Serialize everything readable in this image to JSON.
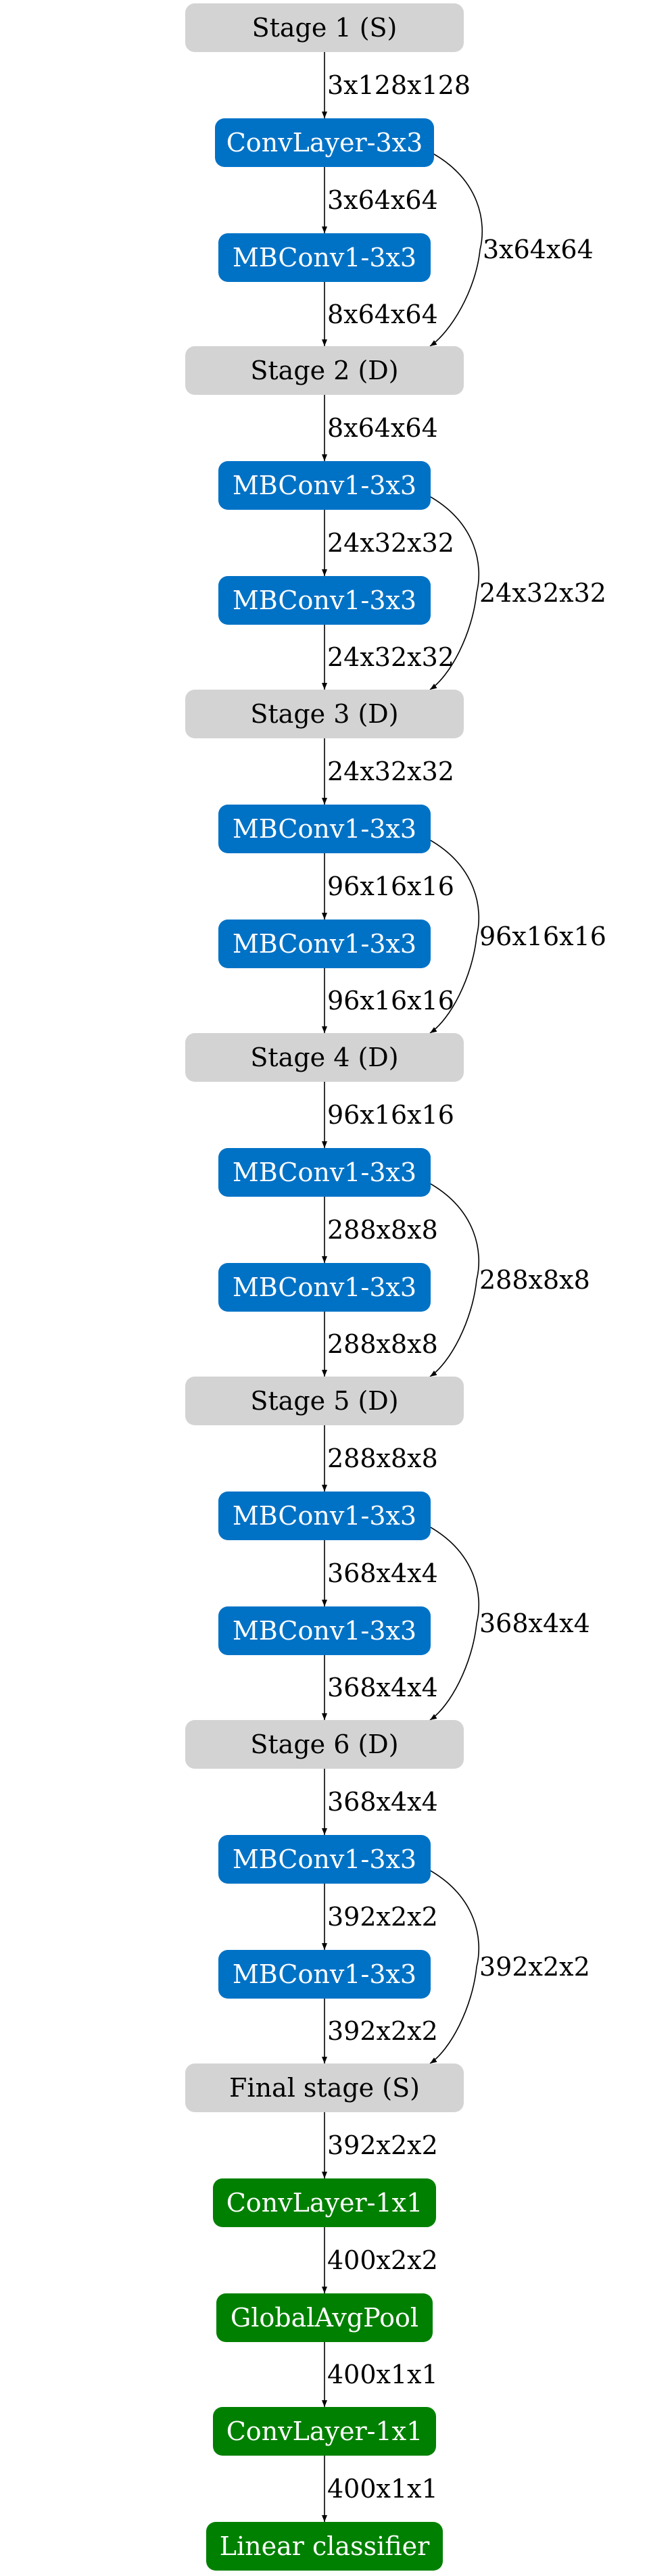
{
  "colors": {
    "stage_fill": "#d3d3d3",
    "conv_fill": "#0072c6",
    "head_fill": "#008000",
    "edge": "#000000"
  },
  "nodes": [
    {
      "id": "n0",
      "label": "Stage 1 (S)",
      "kind": "stage"
    },
    {
      "id": "n1",
      "label": "ConvLayer-3x3",
      "kind": "blue"
    },
    {
      "id": "n2",
      "label": "MBConv1-3x3",
      "kind": "blue"
    },
    {
      "id": "n3",
      "label": "Stage 2 (D)",
      "kind": "stage"
    },
    {
      "id": "n4",
      "label": "MBConv1-3x3",
      "kind": "blue"
    },
    {
      "id": "n5",
      "label": "MBConv1-3x3",
      "kind": "blue"
    },
    {
      "id": "n6",
      "label": "Stage 3 (D)",
      "kind": "stage"
    },
    {
      "id": "n7",
      "label": "MBConv1-3x3",
      "kind": "blue"
    },
    {
      "id": "n8",
      "label": "MBConv1-3x3",
      "kind": "blue"
    },
    {
      "id": "n9",
      "label": "Stage 4 (D)",
      "kind": "stage"
    },
    {
      "id": "n10",
      "label": "MBConv1-3x3",
      "kind": "blue"
    },
    {
      "id": "n11",
      "label": "MBConv1-3x3",
      "kind": "blue"
    },
    {
      "id": "n12",
      "label": "Stage 5 (D)",
      "kind": "stage"
    },
    {
      "id": "n13",
      "label": "MBConv1-3x3",
      "kind": "blue"
    },
    {
      "id": "n14",
      "label": "MBConv1-3x3",
      "kind": "blue"
    },
    {
      "id": "n15",
      "label": "Stage 6 (D)",
      "kind": "stage"
    },
    {
      "id": "n16",
      "label": "MBConv1-3x3",
      "kind": "blue"
    },
    {
      "id": "n17",
      "label": "MBConv1-3x3",
      "kind": "blue"
    },
    {
      "id": "n18",
      "label": "Final stage (S)",
      "kind": "stage"
    },
    {
      "id": "n19",
      "label": "ConvLayer-1x1",
      "kind": "green"
    },
    {
      "id": "n20",
      "label": "GlobalAvgPool",
      "kind": "green"
    },
    {
      "id": "n21",
      "label": "ConvLayer-1x1",
      "kind": "green"
    },
    {
      "id": "n22",
      "label": "Linear classifier",
      "kind": "green"
    }
  ],
  "edges": [
    {
      "from": "n0",
      "to": "n1",
      "label": "3x128x128"
    },
    {
      "from": "n1",
      "to": "n2",
      "label": "3x64x64"
    },
    {
      "from": "n2",
      "to": "n3",
      "label": "8x64x64"
    },
    {
      "from": "n1",
      "to": "n3",
      "label": "3x64x64",
      "skip": true
    },
    {
      "from": "n3",
      "to": "n4",
      "label": "8x64x64"
    },
    {
      "from": "n4",
      "to": "n5",
      "label": "24x32x32"
    },
    {
      "from": "n5",
      "to": "n6",
      "label": "24x32x32"
    },
    {
      "from": "n4",
      "to": "n6",
      "label": "24x32x32",
      "skip": true
    },
    {
      "from": "n6",
      "to": "n7",
      "label": "24x32x32"
    },
    {
      "from": "n7",
      "to": "n8",
      "label": "96x16x16"
    },
    {
      "from": "n8",
      "to": "n9",
      "label": "96x16x16"
    },
    {
      "from": "n7",
      "to": "n9",
      "label": "96x16x16",
      "skip": true
    },
    {
      "from": "n9",
      "to": "n10",
      "label": "96x16x16"
    },
    {
      "from": "n10",
      "to": "n11",
      "label": "288x8x8"
    },
    {
      "from": "n11",
      "to": "n12",
      "label": "288x8x8"
    },
    {
      "from": "n10",
      "to": "n12",
      "label": "288x8x8",
      "skip": true
    },
    {
      "from": "n12",
      "to": "n13",
      "label": "288x8x8"
    },
    {
      "from": "n13",
      "to": "n14",
      "label": "368x4x4"
    },
    {
      "from": "n14",
      "to": "n15",
      "label": "368x4x4"
    },
    {
      "from": "n13",
      "to": "n15",
      "label": "368x4x4",
      "skip": true
    },
    {
      "from": "n15",
      "to": "n16",
      "label": "368x4x4"
    },
    {
      "from": "n16",
      "to": "n17",
      "label": "392x2x2"
    },
    {
      "from": "n17",
      "to": "n18",
      "label": "392x2x2"
    },
    {
      "from": "n16",
      "to": "n18",
      "label": "392x2x2",
      "skip": true
    },
    {
      "from": "n18",
      "to": "n19",
      "label": "392x2x2"
    },
    {
      "from": "n19",
      "to": "n20",
      "label": "400x2x2"
    },
    {
      "from": "n20",
      "to": "n21",
      "label": "400x1x1"
    },
    {
      "from": "n21",
      "to": "n22",
      "label": "400x1x1"
    }
  ]
}
